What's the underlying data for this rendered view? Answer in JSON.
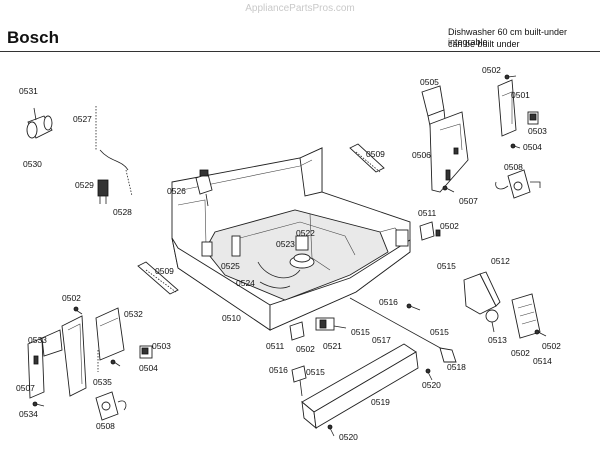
{
  "watermark": "AppliancePartsPros.com",
  "header": {
    "brand": "Bosch",
    "description_line1": "Dishwasher 60 cm built-under integrable",
    "description_line2": "can be built under"
  },
  "callouts": {
    "c0531": "0531",
    "c0530": "0530",
    "c0527": "0527",
    "c0529": "0529",
    "c0528": "0528",
    "c0526": "0526",
    "c0509a": "0509",
    "c0509b": "0509",
    "c0505": "0505",
    "c0502a": "0502",
    "c0501": "0501",
    "c0503a": "0503",
    "c0506": "0506",
    "c0504a": "0504",
    "c0508a": "0508",
    "c0507a": "0507",
    "c0511a": "0511",
    "c0502b": "0502",
    "c0522": "0522",
    "c0523": "0523",
    "c0525": "0525",
    "c0524": "0524",
    "c0515a": "0515",
    "c0512": "0512",
    "c0502c": "0502",
    "c0532": "0532",
    "c0510": "0510",
    "c0516a": "0516",
    "c0515b": "0515",
    "c0515c": "0515",
    "c0533": "0533",
    "c0503b": "0503",
    "c0511b": "0511",
    "c0502d": "0502",
    "c0521": "0521",
    "c0517": "0517",
    "c0513": "0513",
    "c0502e": "0502",
    "c0502f": "0502",
    "c0514": "0514",
    "c0535": "0535",
    "c0504b": "0504",
    "c0518": "0518",
    "c0516b": "0516",
    "c0515d": "0515",
    "c0507b": "0507",
    "c0520a": "0520",
    "c0534": "0534",
    "c0519": "0519",
    "c0508b": "0508",
    "c0520b": "0520"
  }
}
